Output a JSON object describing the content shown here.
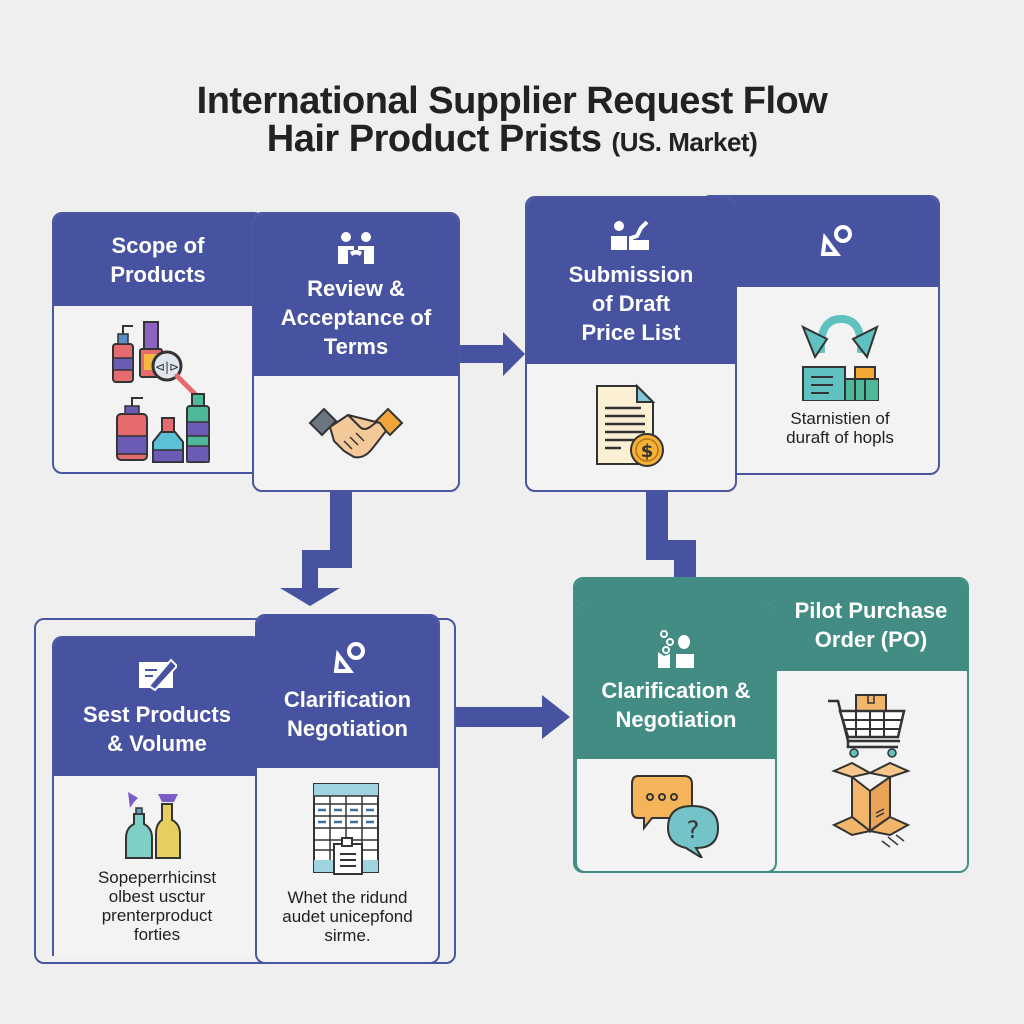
{
  "title": {
    "line1": "International Supplier Request Flow",
    "line2_main": "Hair Product Prists",
    "line2_sub": "(US. Market)"
  },
  "colors": {
    "primary": "#4753a0",
    "teal": "#428c84",
    "background": "#efefef",
    "card_body": "#f3f3f3"
  },
  "steps": [
    {
      "id": "scope",
      "title_lines": [
        "Scope of",
        "Products"
      ],
      "header_icon": null,
      "body_icon": "hair-product-bottles-magnifier-icon",
      "description": []
    },
    {
      "id": "review",
      "title_lines": [
        "Review &",
        "Acceptance of",
        "Terms"
      ],
      "header_icon": "people-agreement-icon",
      "body_icon": "handshake-icon",
      "description": []
    },
    {
      "id": "submission",
      "title_lines": [
        "Submission",
        "of Draft",
        "Price List"
      ],
      "header_icon": "presenter-icon",
      "body_icon": "price-document-icon",
      "description": []
    },
    {
      "id": "draft-hopls",
      "title_lines": [],
      "header_icon": "shapes-icon",
      "body_icon": "exchange-arrows-icon",
      "description": [
        "Starnistien of",
        "duraft of hopls"
      ]
    },
    {
      "id": "sest-products",
      "title_lines": [
        "Sest Products",
        "& Volume"
      ],
      "header_icon": "edit-form-icon",
      "body_icon": "spray-bottles-icon",
      "description": [
        "Sopeperrhicinst",
        "olbest usctur",
        "prenterproduct",
        "forties"
      ]
    },
    {
      "id": "clarification-1",
      "title_lines": [
        "Clarification",
        "Negotiation"
      ],
      "header_icon": "shapes-icon",
      "body_icon": "spreadsheet-document-icon",
      "description": [
        "Whet the ridund",
        "audet unicepfond",
        "sirme."
      ]
    },
    {
      "id": "clarification-2",
      "title_lines": [
        "Clarification &",
        "Negotiation"
      ],
      "header_icon": "discussion-person-icon",
      "body_icon": "chat-question-bubbles-icon",
      "description": []
    },
    {
      "id": "pilot-po",
      "title_lines": [
        "Pilot Purchase",
        "Order (PO)"
      ],
      "header_icon": null,
      "body_icon": "cart-box-icon",
      "description": []
    }
  ]
}
